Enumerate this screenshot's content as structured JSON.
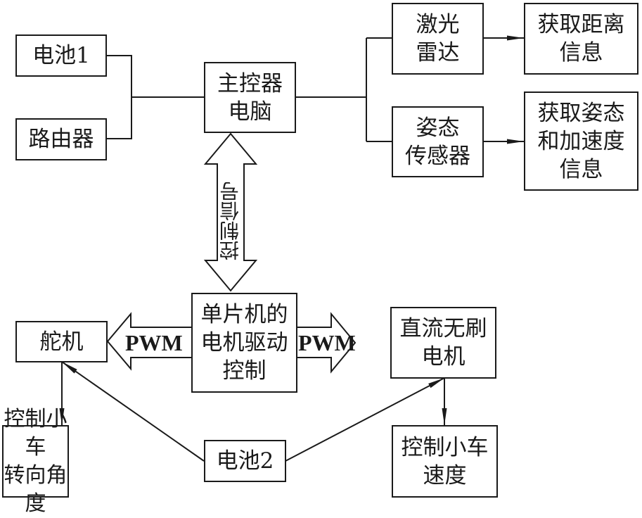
{
  "diagram": {
    "nodes": {
      "battery1": "电池1",
      "router": "路由器",
      "main_controller": "主控器\n电脑",
      "lidar": "激光\n雷达",
      "distance_info": "获取距离\n信息",
      "attitude_sensor": "姿态\n传感器",
      "attitude_info": "获取姿态\n和加速度\n信息",
      "mcu": "单片机的\n电机驱动\n控制",
      "servo": "舵机",
      "bldc_motor": "直流无刷\n电机",
      "steering_output": "控制小车\n转向角度",
      "battery2": "电池2",
      "speed_output": "控制小车\n速度"
    },
    "edge_labels": {
      "control_signal": "控制信号",
      "pwm_left": "PWM",
      "pwm_right": "PWM"
    },
    "colors": {
      "stroke": "#1a1a1a",
      "background": "#ffffff"
    }
  }
}
